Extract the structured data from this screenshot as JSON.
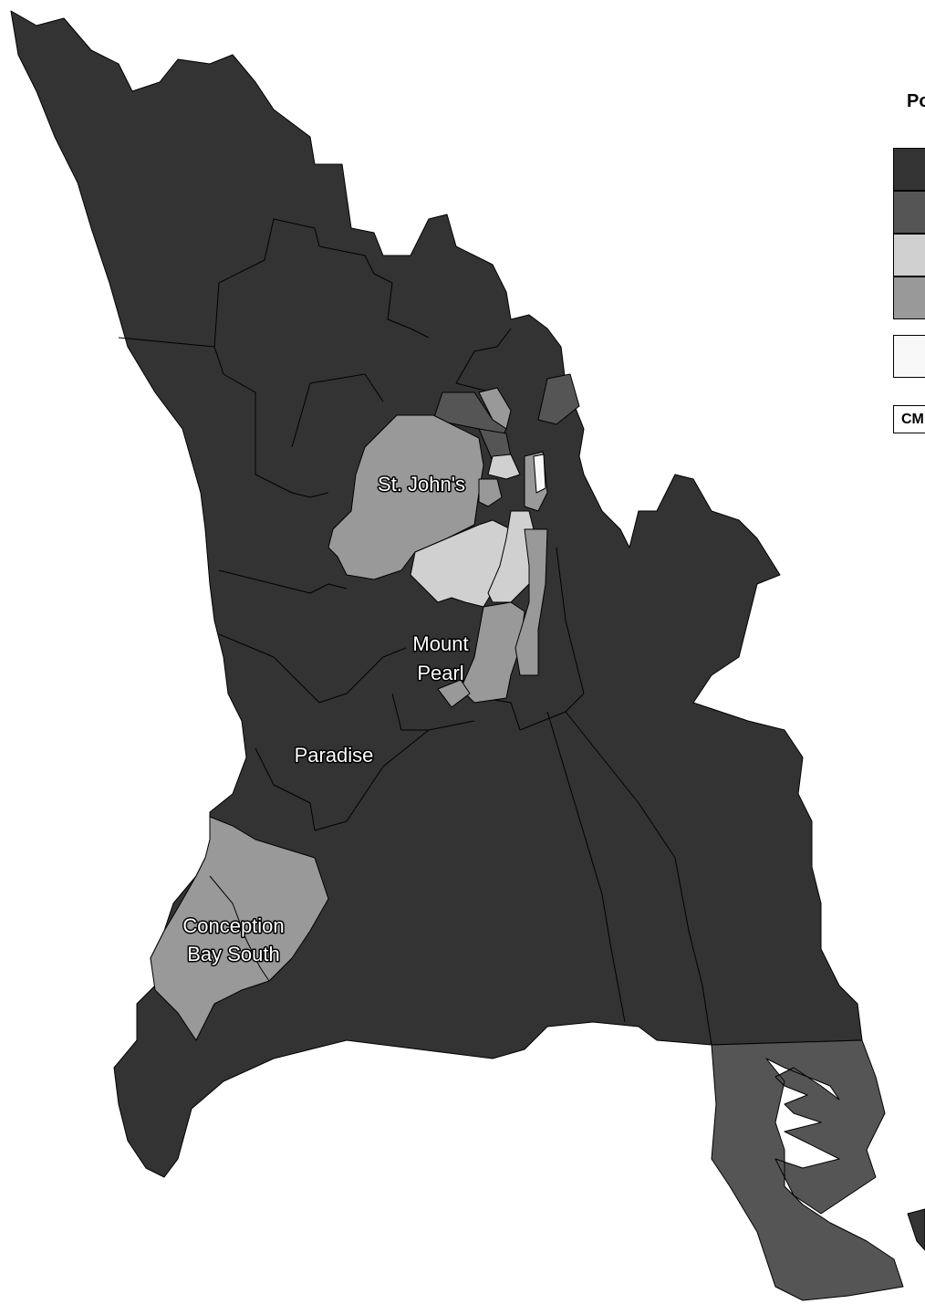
{
  "map": {
    "place_labels": [
      {
        "name": "st-johns-label",
        "lines": [
          "St. John's"
        ]
      },
      {
        "name": "mount-pearl-label",
        "lines": [
          "Mount",
          "Pearl"
        ]
      },
      {
        "name": "paradise-label",
        "lines": [
          "Paradise"
        ]
      },
      {
        "name": "conception-bay-south-label",
        "lines": [
          "Conception",
          "Bay South"
        ]
      }
    ],
    "colors": {
      "class_1": "#333333",
      "class_2": "#555555",
      "class_3": "#d0d0d0",
      "class_4": "#999999",
      "class_5": "#f8f8f8",
      "boundary": "#000000",
      "background": "#ffffff"
    }
  },
  "legend": {
    "title": "Po",
    "cma_label": "CM"
  }
}
